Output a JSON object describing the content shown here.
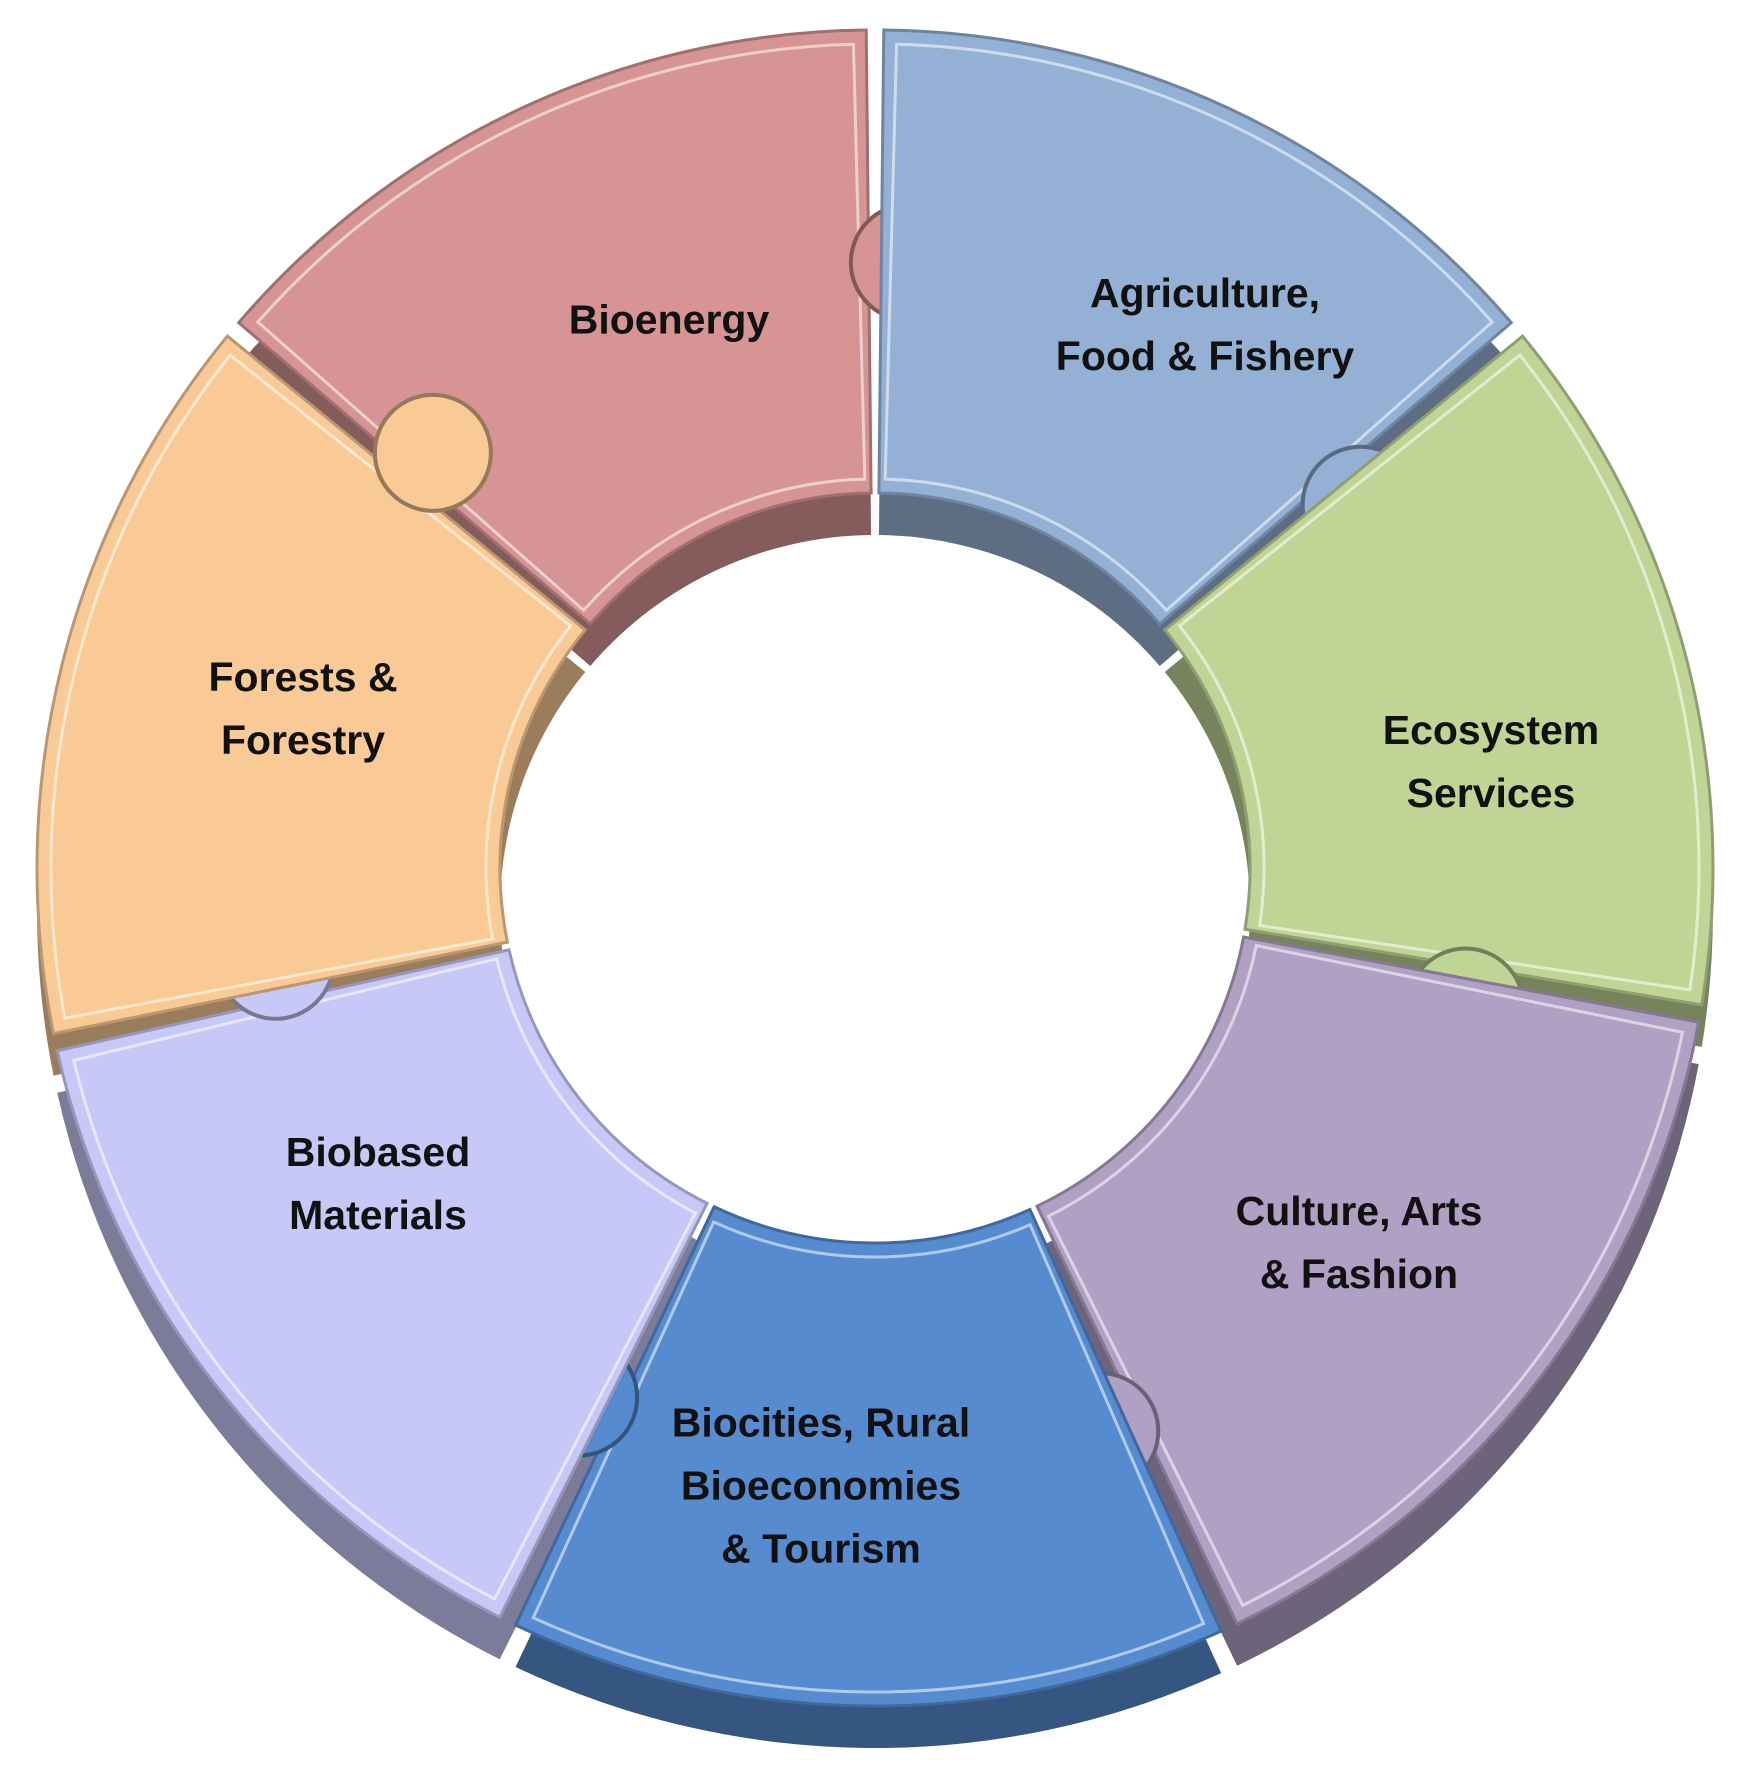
{
  "segments": [
    {
      "id": "bioenergy",
      "lines": [
        "Bioenergy"
      ],
      "color": "#D79494",
      "start_deg": -50,
      "end_deg": 0
    },
    {
      "id": "agriculture",
      "lines": [
        "Agriculture,",
        "Food & Fishery"
      ],
      "color": "#94B0D5",
      "start_deg": 0,
      "end_deg": 50
    },
    {
      "id": "ecosystem",
      "lines": [
        "Ecosystem",
        "Services"
      ],
      "color": "#C0D496",
      "start_deg": 50,
      "end_deg": 100
    },
    {
      "id": "culture",
      "lines": [
        "Culture, Arts",
        "& Fashion"
      ],
      "color": "#B0A0C4",
      "start_deg": 100,
      "end_deg": 155
    },
    {
      "id": "biocities",
      "lines": [
        "Biocities, Rural",
        "Bioeconomies",
        "& Tourism"
      ],
      "color": "#568BD0",
      "start_deg": 155,
      "end_deg": 206
    },
    {
      "id": "biobased",
      "lines": [
        "Biobased",
        "Materials"
      ],
      "color": "#C8C8F8",
      "start_deg": 206,
      "end_deg": 258
    },
    {
      "id": "forests",
      "lines": [
        "Forests &",
        "Forestry"
      ],
      "color": "#F9C996",
      "start_deg": 258,
      "end_deg": 310
    }
  ]
}
